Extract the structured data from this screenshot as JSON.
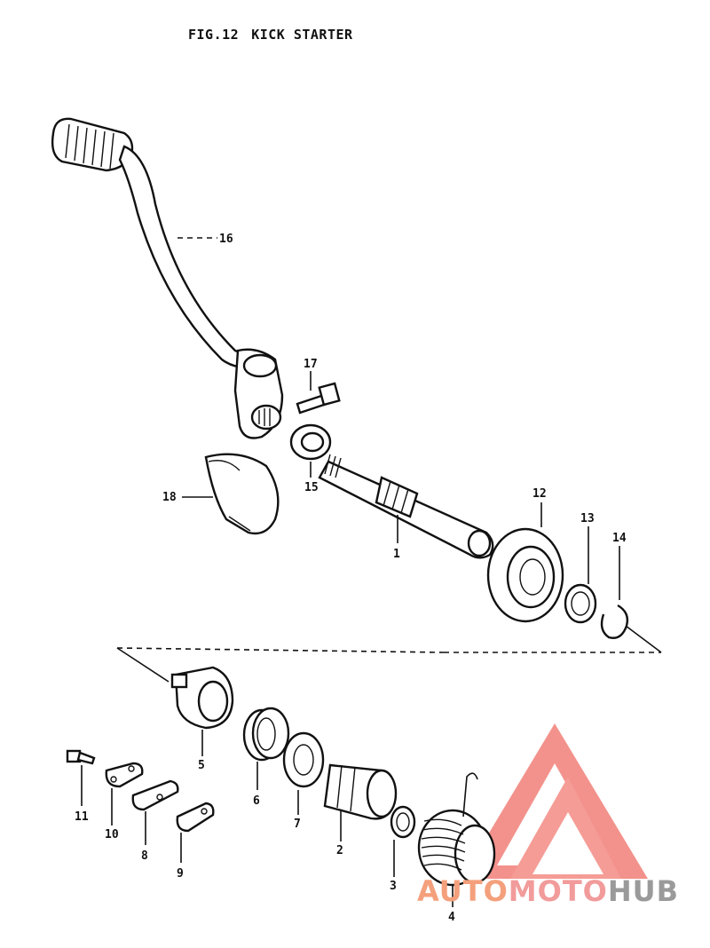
{
  "title": {
    "fig": "FIG.12",
    "name": "KICK STARTER"
  },
  "callouts": {
    "c1": "1",
    "c2": "2",
    "c3": "3",
    "c4": "4",
    "c5": "5",
    "c6": "6",
    "c7": "7",
    "c8": "8",
    "c9": "9",
    "c10": "10",
    "c11": "11",
    "c12": "12",
    "c13": "13",
    "c14": "14",
    "c15": "15",
    "c16": "16",
    "c17": "17",
    "c18": "18"
  },
  "watermark": {
    "part1": "AUTO",
    "part2": "MOTO",
    "part3": "HUB"
  },
  "colors": {
    "ink": "#111111",
    "watermark_red": "#f0605a",
    "watermark_orange": "#f4a07c",
    "watermark_gray": "#9a9a9a"
  }
}
